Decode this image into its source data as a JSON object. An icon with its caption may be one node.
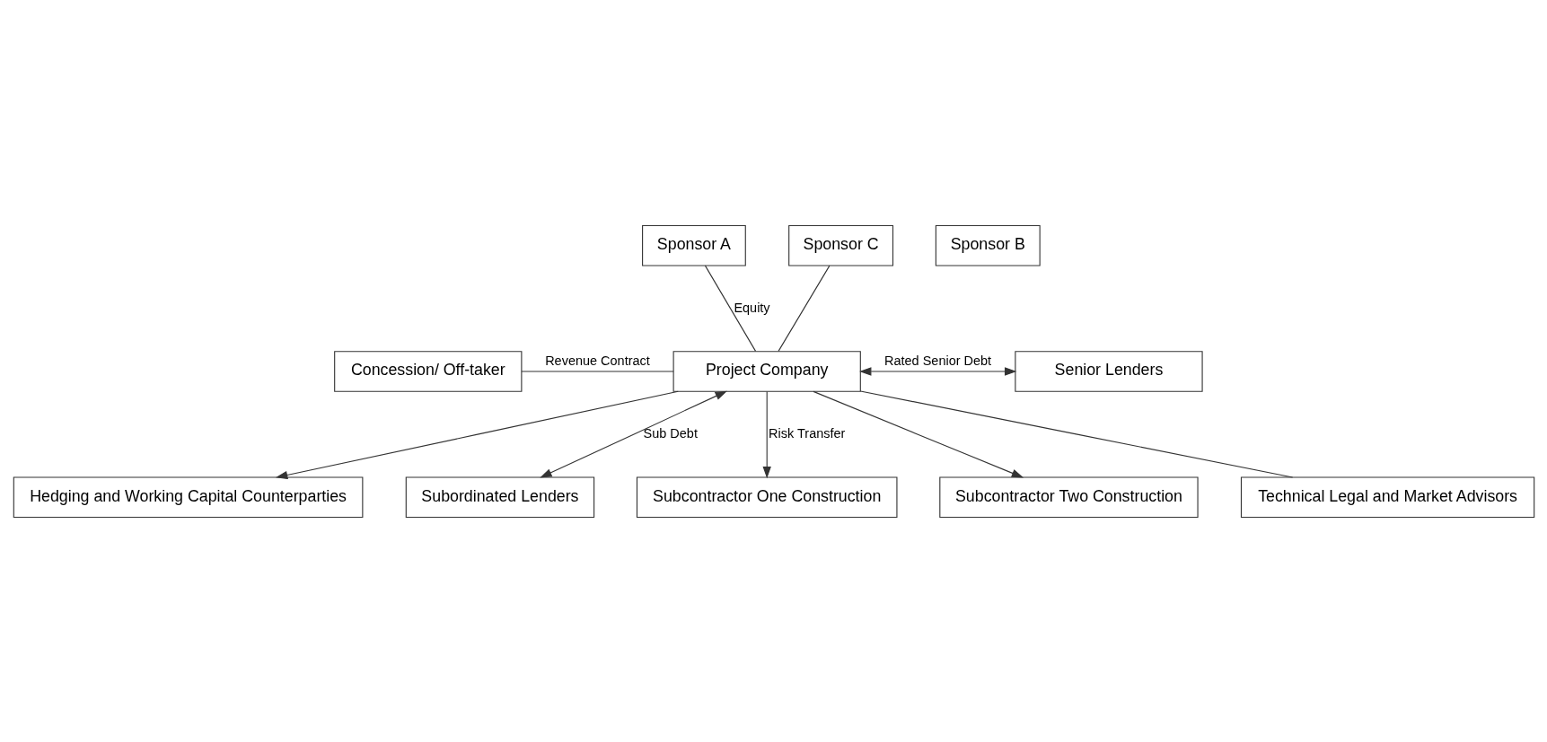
{
  "diagram": {
    "nodes": [
      {
        "text": [
          "Sponsor A"
        ]
      },
      {
        "text": [
          "Sponsor B"
        ]
      },
      {
        "text": [
          "Sponsor C"
        ]
      },
      {
        "text": [
          "Hedging and Working Capital Counterparties"
        ]
      },
      {
        "text": [
          "Concession/ Off-taker"
        ]
      },
      {
        "text": [
          "Project Company"
        ]
      },
      {
        "text": [
          "Senior Lenders"
        ]
      },
      {
        "text": [
          "Subordinated Lenders"
        ]
      },
      {
        "text": [
          "Subcontractor One Construction"
        ]
      },
      {
        "text": [
          "Subcontractor Two Construction"
        ]
      },
      {
        "text": [
          "Technical Legal and Market Advisors"
        ]
      }
    ],
    "edges": [
      {
        "from": 0,
        "to": 5,
        "arrow": "none",
        "label": "Equity"
      },
      {
        "from": 2,
        "to": 5,
        "arrow": "none"
      },
      {
        "from": 5,
        "to": 3,
        "arrow": "to"
      },
      {
        "from": 4,
        "to": 5,
        "arrow": "none",
        "label": "Revenue Contract"
      },
      {
        "from": 5,
        "to": 6,
        "arrow": "both",
        "label": "Rated Senior Debt"
      },
      {
        "from": 5,
        "to": 7,
        "arrow": "both",
        "label": "Sub Debt"
      },
      {
        "from": 5,
        "to": 8,
        "arrow": "to",
        "label": "Risk Transfer"
      },
      {
        "from": 5,
        "to": 9,
        "arrow": "to"
      },
      {
        "from": 5,
        "to": 10,
        "arrow": "none"
      }
    ]
  }
}
